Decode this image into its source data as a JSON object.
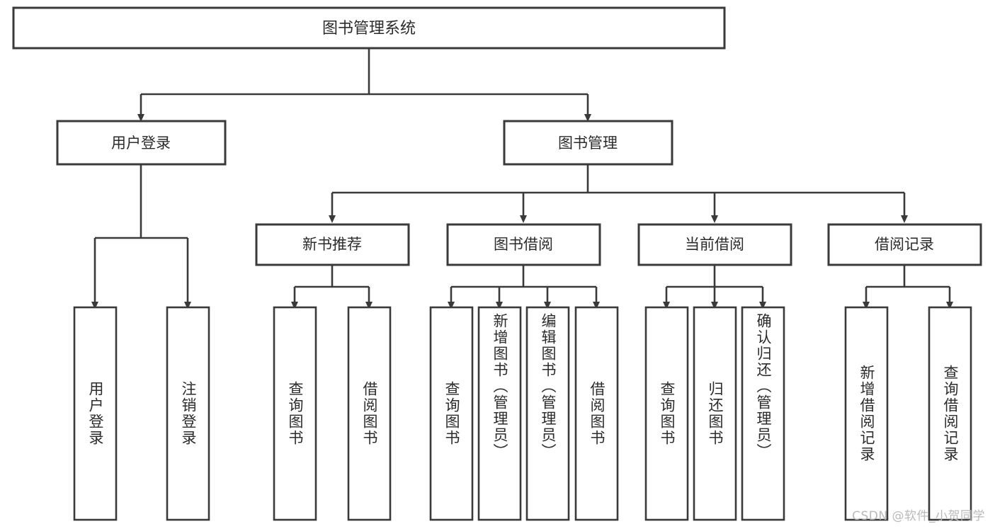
{
  "diagram": {
    "type": "tree-hierarchy",
    "title": "图书管理系统",
    "root": {
      "label": "图书管理系统"
    },
    "level1": [
      {
        "label": "用户登录"
      },
      {
        "label": "图书管理"
      }
    ],
    "level2": [
      {
        "label": "新书推荐",
        "parent": "图书管理"
      },
      {
        "label": "图书借阅",
        "parent": "图书管理"
      },
      {
        "label": "当前借阅",
        "parent": "图书管理"
      },
      {
        "label": "借阅记录",
        "parent": "图书管理"
      }
    ],
    "leaves": {
      "user_login": [
        {
          "label": "用户登录"
        },
        {
          "label": "注销登录"
        }
      ],
      "new_book_recommend": [
        {
          "label": "查询图书"
        },
        {
          "label": "借阅图书"
        }
      ],
      "book_borrow": [
        {
          "label": "查询图书"
        },
        {
          "label": "新增图书（管理员）"
        },
        {
          "label": "编辑图书（管理员）"
        },
        {
          "label": "借阅图书"
        }
      ],
      "current_borrow": [
        {
          "label": "查询图书"
        },
        {
          "label": "归还图书"
        },
        {
          "label": "确认归还（管理员）"
        }
      ],
      "borrow_record": [
        {
          "label": "新增借阅记录"
        },
        {
          "label": "查询借阅记录"
        }
      ]
    }
  },
  "watermark": {
    "text": "CSDN @软件_小贺同学"
  },
  "colors": {
    "stroke": "#3a3a3a",
    "fill": "#ffffff",
    "text": "#2b2b2b",
    "watermark": "#b9b9b9"
  }
}
